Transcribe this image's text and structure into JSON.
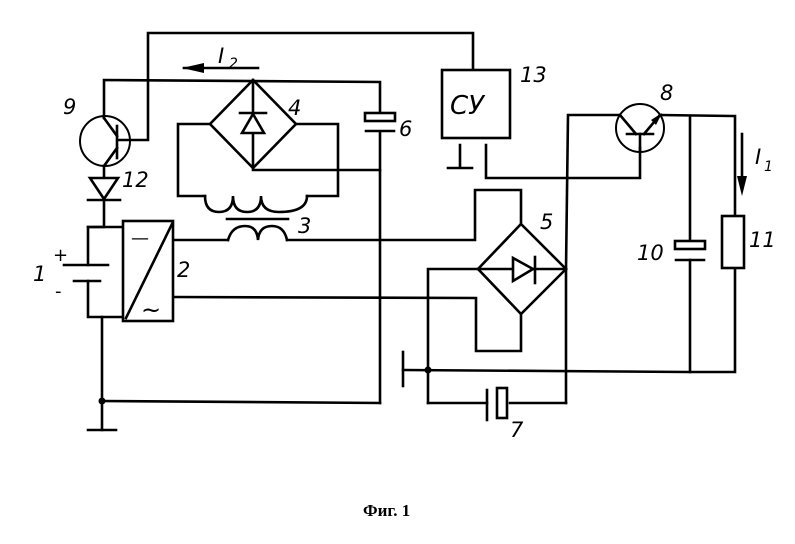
{
  "figure": {
    "caption": "Фиг. 1",
    "type": "circuit schematic"
  },
  "components": {
    "c1": {
      "ref": "1",
      "kind": "battery",
      "plus": "+",
      "minus": "-"
    },
    "c2": {
      "ref": "2",
      "kind": "DC/AC inverter",
      "dc_symbol": "—",
      "ac_symbol": "~"
    },
    "c3": {
      "ref": "3",
      "kind": "transformer"
    },
    "c4": {
      "ref": "4",
      "kind": "diode bridge rectifier"
    },
    "c5": {
      "ref": "5",
      "kind": "diode bridge rectifier"
    },
    "c6": {
      "ref": "6",
      "kind": "capacitor"
    },
    "c7": {
      "ref": "7",
      "kind": "quartz resonator"
    },
    "c8": {
      "ref": "8",
      "kind": "transistor"
    },
    "c9": {
      "ref": "9",
      "kind": "transistor"
    },
    "c10": {
      "ref": "10",
      "kind": "capacitor"
    },
    "c11": {
      "ref": "11",
      "kind": "resistor (load)"
    },
    "c12": {
      "ref": "12",
      "kind": "diode"
    },
    "c13": {
      "ref": "13",
      "kind": "control unit",
      "text": "СУ"
    }
  },
  "currents": {
    "i1": {
      "symbol": "I",
      "subscript": "1",
      "direction": "down"
    },
    "i2": {
      "symbol": "I",
      "subscript": "2",
      "direction": "left"
    }
  }
}
